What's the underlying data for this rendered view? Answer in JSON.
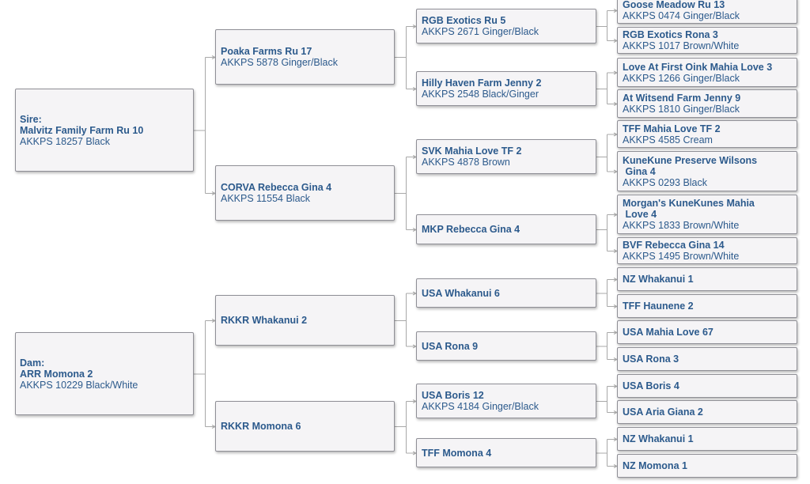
{
  "pedigree": {
    "sire": {
      "role": "Sire:",
      "name": "Malvitz Family Farm Ru 10",
      "reg": "AKKPS 18257 Black",
      "parents": {
        "sire": {
          "name": "Poaka Farms Ru 17",
          "reg": "AKKPS 5878 Ginger/Black",
          "parents": {
            "sire": {
              "name": "RGB Exotics Ru 5",
              "reg": "AKKPS 2671 Ginger/Black",
              "parents": {
                "sire": {
                  "name": "Goose Meadow Ru 13",
                  "reg": "AKKPS 0474 Ginger/Black"
                },
                "dam": {
                  "name": "RGB Exotics Rona 3",
                  "reg": "AKKPS 1017 Brown/White"
                }
              }
            },
            "dam": {
              "name": "Hilly Haven Farm Jenny 2",
              "reg": "AKKPS 2548 Black/Ginger",
              "parents": {
                "sire": {
                  "name": "Love At First Oink Mahia Love 3",
                  "reg": "AKKPS 1266 Ginger/Black"
                },
                "dam": {
                  "name": "At Witsend Farm Jenny 9",
                  "reg": "AKKPS 1810 Ginger/Black"
                }
              }
            }
          }
        },
        "dam": {
          "name": "CORVA Rebecca Gina 4",
          "reg": "AKKPS 11554 Black",
          "parents": {
            "sire": {
              "name": "SVK Mahia Love TF 2",
              "reg": "AKKPS 4878 Brown",
              "parents": {
                "sire": {
                  "name": "TFF Mahia Love TF 2",
                  "reg": "AKKPS 4585 Cream"
                },
                "dam": {
                  "name": "KuneKune Preserve Wilsons Gina 4",
                  "name_lines": [
                    "KuneKune Preserve Wilsons",
                    " Gina 4"
                  ],
                  "reg": "AKKPS 0293 Black"
                }
              }
            },
            "dam": {
              "name": "MKP Rebecca Gina 4",
              "reg": "",
              "parents": {
                "sire": {
                  "name": "Morgan's KuneKunes Mahia Love 4",
                  "name_lines": [
                    "Morgan's KuneKunes Mahia",
                    " Love 4"
                  ],
                  "reg": "AKKPS 1833 Brown/White"
                },
                "dam": {
                  "name": "BVF Rebecca Gina 14",
                  "reg": "AKKPS 1495 Brown/White"
                }
              }
            }
          }
        }
      }
    },
    "dam": {
      "role": "Dam:",
      "name": "ARR Momona 2",
      "reg": "AKKPS 10229 Black/White",
      "parents": {
        "sire": {
          "name": "RKKR Whakanui 2",
          "reg": "",
          "parents": {
            "sire": {
              "name": "USA Whakanui 6",
              "reg": "",
              "parents": {
                "sire": {
                  "name": "NZ Whakanui 1",
                  "reg": ""
                },
                "dam": {
                  "name": "TFF Haunene 2",
                  "reg": ""
                }
              }
            },
            "dam": {
              "name": "USA Rona 9",
              "reg": "",
              "parents": {
                "sire": {
                  "name": "USA Mahia Love 67",
                  "reg": ""
                },
                "dam": {
                  "name": "USA Rona 3",
                  "reg": ""
                }
              }
            }
          }
        },
        "dam": {
          "name": "RKKR Momona 6",
          "reg": "",
          "parents": {
            "sire": {
              "name": "USA Boris 12",
              "reg": "AKKPS 4184 Ginger/Black",
              "parents": {
                "sire": {
                  "name": "USA Boris 4",
                  "reg": ""
                },
                "dam": {
                  "name": "USA Aria Giana 2",
                  "reg": ""
                }
              }
            },
            "dam": {
              "name": "TFF Momona 4",
              "reg": "",
              "parents": {
                "sire": {
                  "name": "NZ Whakanui 1",
                  "reg": ""
                },
                "dam": {
                  "name": "NZ Momona 1",
                  "reg": ""
                }
              }
            }
          }
        }
      }
    }
  },
  "colors": {
    "text": "#2c5a8c",
    "box_fill": "#f5f4f6",
    "box_border": "#8f8f96",
    "connector": "#a8a8a8"
  }
}
